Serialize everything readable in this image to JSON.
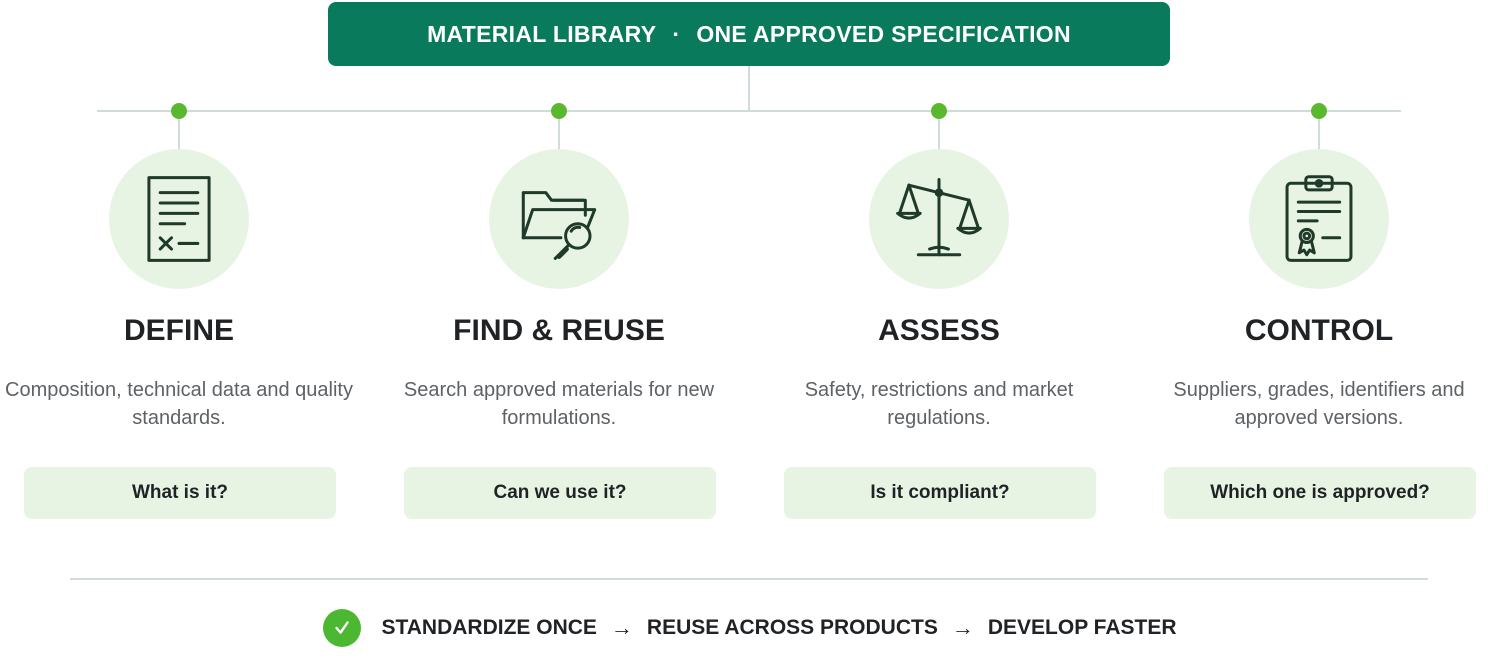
{
  "header": {
    "left": "MATERIAL LIBRARY",
    "separator": "·",
    "right": "ONE APPROVED SPECIFICATION"
  },
  "columns": [
    {
      "title": "DEFINE",
      "description": "Composition, technical data and quality standards.",
      "question": "What is it?",
      "icon": "document-icon"
    },
    {
      "title": "FIND & REUSE",
      "description": "Search approved materials for new formulations.",
      "question": "Can we use it?",
      "icon": "folder-search-icon"
    },
    {
      "title": "ASSESS",
      "description": "Safety, restrictions and market regulations.",
      "question": "Is it compliant?",
      "icon": "scale-icon"
    },
    {
      "title": "CONTROL",
      "description": "Suppliers, grades, identifiers and approved versions.",
      "question": "Which one is approved?",
      "icon": "clipboard-certificate-icon"
    }
  ],
  "footer": {
    "steps": [
      "STANDARDIZE ONCE",
      "REUSE ACROSS PRODUCTS",
      "DEVELOP FASTER"
    ],
    "arrow": "→",
    "icon": "check-circle-icon"
  },
  "colors": {
    "header_bg": "#0a7a5c",
    "accent_green": "#5ab82e",
    "soft_green": "#e8f4e3",
    "icon_stroke": "#1f3a2a",
    "connector": "#cfdcd8"
  }
}
